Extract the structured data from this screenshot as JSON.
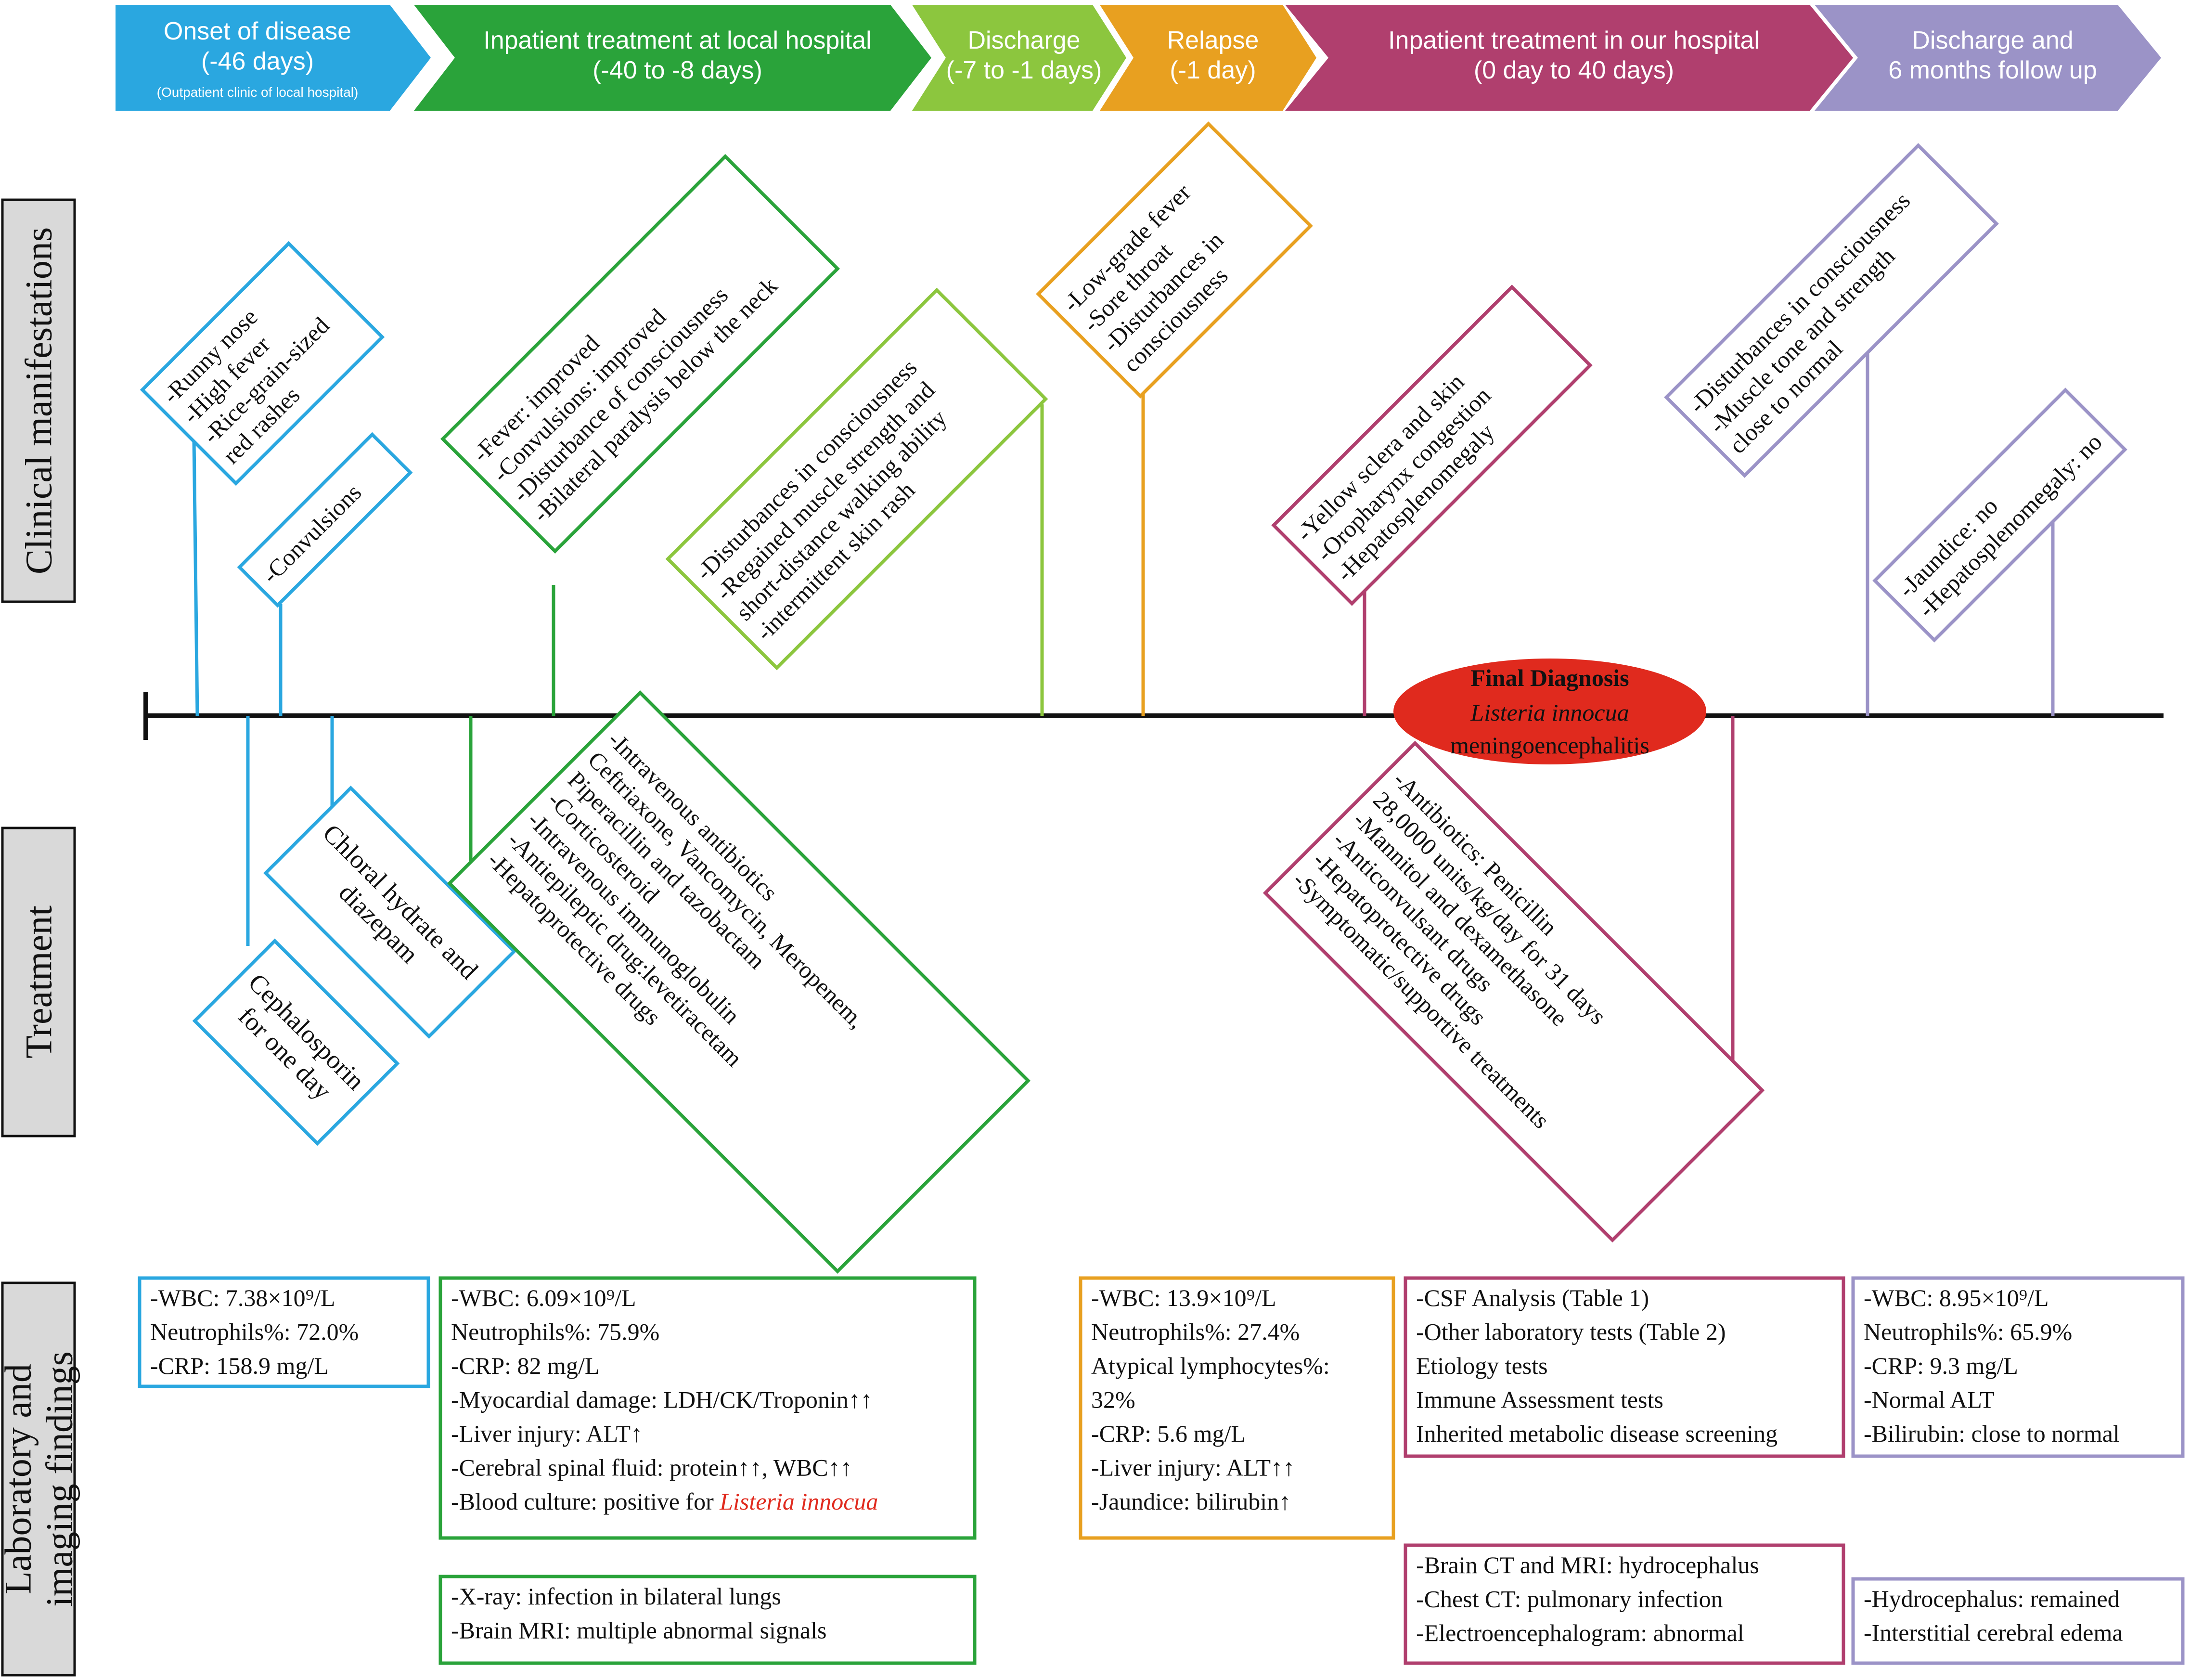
{
  "colors": {
    "blue": "#2aa7e0",
    "green": "#2aa33a",
    "lightgreen": "#8cc63e",
    "orange": "#e8a020",
    "magenta": "#b03f6e",
    "purple": "#9b93c7",
    "red": "#e02a1e",
    "sidebar": "#d9d9d9"
  },
  "phases": [
    {
      "lines": [
        "Onset of disease",
        "(-46 days)"
      ],
      "sub": "(Outpatient clinic of  local hospital)",
      "color": "#2aa7e0"
    },
    {
      "lines": [
        "Inpatient treatment at local hospital",
        "(-40 to -8 days)"
      ],
      "color": "#2aa33a"
    },
    {
      "lines": [
        "Discharge",
        "(-7 to -1 days)"
      ],
      "color": "#8cc63e"
    },
    {
      "lines": [
        "Relapse",
        "(-1 day)"
      ],
      "color": "#e8a020"
    },
    {
      "lines": [
        "Inpatient treatment in our hospital",
        "(0 day to 40 days)"
      ],
      "color": "#b03f6e"
    },
    {
      "lines": [
        "Discharge and",
        "6 months follow up"
      ],
      "color": "#9b93c7"
    }
  ],
  "sidebar": {
    "clinical": [
      "Clinical manifestations"
    ],
    "treatment": [
      "Treatment"
    ],
    "lab": [
      "Laboratory and",
      "imaging  findings"
    ]
  },
  "clinical_boxes": [
    {
      "color": "#2aa7e0",
      "lines": [
        "-Runny nose",
        "-High fever",
        "-Rice-grain-sized",
        "red rashes"
      ]
    },
    {
      "color": "#2aa7e0",
      "lines": [
        "-Convulsions"
      ]
    },
    {
      "color": "#2aa33a",
      "lines": [
        "-Fever: improved",
        "-Convulsions: improved",
        "-Disturbance of consciousness",
        "-Bilateral paralysis below the neck"
      ]
    },
    {
      "color": "#8cc63e",
      "lines": [
        "-Disturbances in consciousness",
        "-Regained muscle strength and",
        "short-distance walking ability",
        "-intermittent skin rash"
      ]
    },
    {
      "color": "#e8a020",
      "lines": [
        "-Low-grade fever",
        "-Sore throat",
        "-Disturbances in",
        "consciousness"
      ]
    },
    {
      "color": "#b03f6e",
      "lines": [
        "-Yellow sclera and skin",
        "-Oropharynx congestion",
        "-Hepatosplenomegaly"
      ]
    },
    {
      "color": "#9b93c7",
      "lines": [
        "-Disturbances in consciousness",
        "-Muscle tone and strength",
        "close to normal"
      ]
    },
    {
      "color": "#9b93c7",
      "lines": [
        "-Jaundice: no",
        "-Hepatosplenomegaly: no"
      ]
    }
  ],
  "final_diagnosis": {
    "title": "Final Diagnosis",
    "organism": "Listeria innocua",
    "disease": "meningoencephalitis"
  },
  "treatment_boxes": [
    {
      "color": "#2aa7e0",
      "lines": [
        "Cephalosporin",
        "for one day"
      ]
    },
    {
      "color": "#2aa7e0",
      "lines": [
        "Chloral hydrate and",
        "diazepam"
      ]
    },
    {
      "color": "#2aa33a",
      "lines": [
        "-Intravenous antibiotics",
        "Ceftriaxone, Vancomycin, Meropenem,",
        "Piperacillin and tazobactam",
        "-Corticosteroid",
        "-Intravenous immunoglobulin",
        "-Antiepileptic drug:levetiracetam",
        "-Hepatoprotective drugs"
      ]
    },
    {
      "color": "#b03f6e",
      "lines": [
        "-Antibiotics: Penicillin",
        "28,0000 units/kg/day for 31 days",
        "-Mannitol and dexamethasone",
        "-Anticonvulsant drugs",
        "-Hepatoprotective drugs",
        "-Symptomatic/supportive treatments"
      ]
    }
  ],
  "lab_boxes": [
    {
      "color": "#2aa7e0",
      "lines": [
        "-WBC: 7.38×10⁹/L",
        " Neutrophils%: 72.0%",
        "-CRP: 158.9 mg/L"
      ]
    },
    {
      "color": "#2aa33a",
      "lines": [
        "-WBC: 6.09×10⁹/L",
        " Neutrophils%: 75.9%",
        "-CRP: 82 mg/L",
        "-Myocardial damage: LDH/CK/Troponin↑↑",
        "-Liver injury: ALT↑",
        "-Cerebral spinal fluid: protein↑↑, WBC↑↑",
        "-Blood culture: positive for "
      ],
      "highlight": "Listeria innocua"
    },
    {
      "color": "#2aa33a",
      "lines": [
        "-X-ray: infection in bilateral lungs",
        "-Brain MRI: multiple abnormal signals"
      ]
    },
    {
      "color": "#e8a020",
      "lines": [
        "-WBC: 13.9×10⁹/L",
        "Neutrophils%: 27.4%",
        "Atypical lymphocytes%:",
        "32%",
        "-CRP: 5.6 mg/L",
        "-Liver injury: ALT↑↑",
        "-Jaundice: bilirubin↑"
      ]
    },
    {
      "color": "#b03f6e",
      "lines": [
        "-CSF Analysis (Table 1)",
        "-Other laboratory tests (Table 2)",
        " Etiology tests",
        " Immune Assessment tests",
        " Inherited metabolic disease screening"
      ]
    },
    {
      "color": "#b03f6e",
      "lines": [
        "-Brain CT and MRI: hydrocephalus",
        "-Chest CT: pulmonary infection",
        "-Electroencephalogram: abnormal"
      ]
    },
    {
      "color": "#9b93c7",
      "lines": [
        "-WBC: 8.95×10⁹/L",
        " Neutrophils%: 65.9%",
        "-CRP: 9.3 mg/L",
        "-Normal ALT",
        "-Bilirubin: close to normal"
      ]
    },
    {
      "color": "#9b93c7",
      "lines": [
        "-Hydrocephalus: remained",
        "-Interstitial cerebral edema"
      ]
    }
  ]
}
